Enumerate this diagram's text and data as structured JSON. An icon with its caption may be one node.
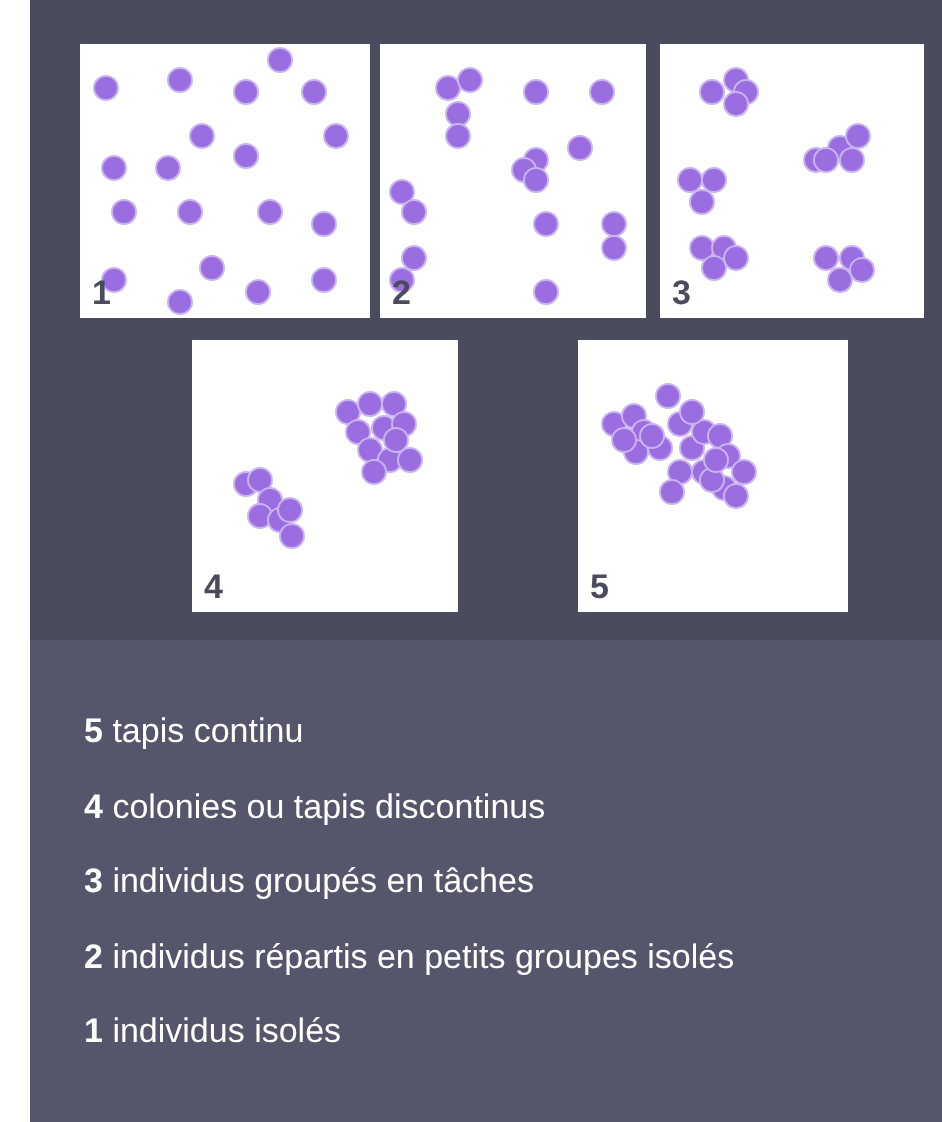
{
  "diagram": {
    "nodes": [
      {
        "text": [
          "1"
        ]
      },
      {
        "text": [
          "2"
        ]
      },
      {
        "text": [
          "3"
        ]
      },
      {
        "text": [
          "4"
        ]
      },
      {
        "text": [
          "5"
        ]
      }
    ],
    "edges": [],
    "labels": [
      "**5** tapis continu",
      "**4** colonies ou tapis discontinus",
      "**3** individus groupés en tâches",
      "**2** individus répartis en petits groupes isolés",
      "**1** individus isolés"
    ]
  }
}
